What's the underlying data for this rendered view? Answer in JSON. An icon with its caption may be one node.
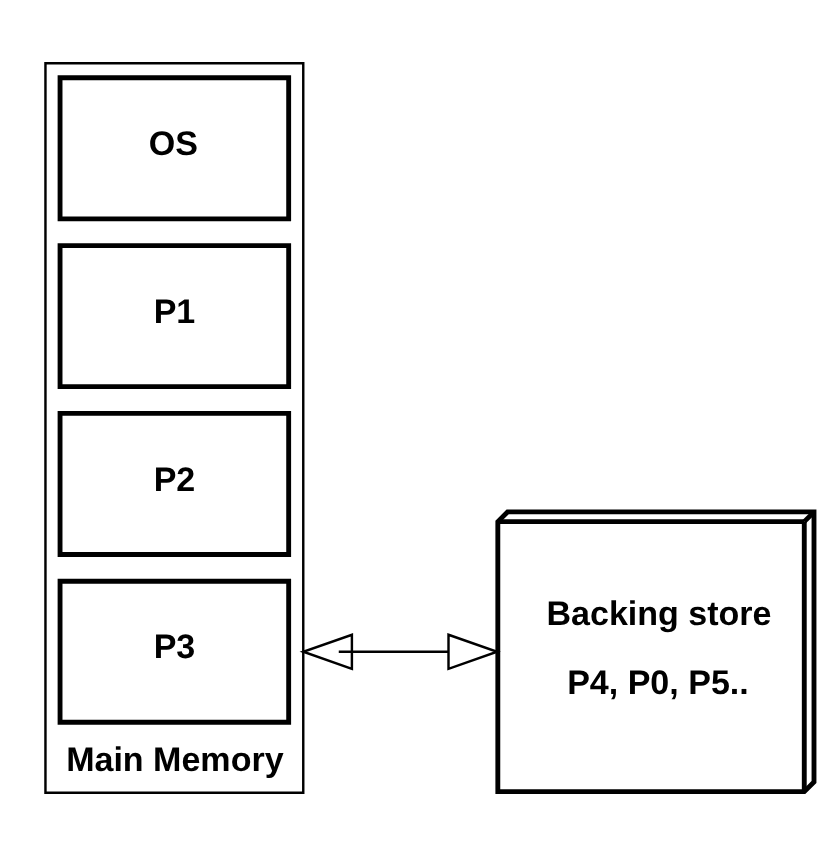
{
  "diagram": {
    "nodes": [
      {
        "text": [
          "Main Memory"
        ]
      },
      {
        "text": [
          "OS"
        ],
        "in": 0
      },
      {
        "text": [
          "P1"
        ],
        "in": 0
      },
      {
        "text": [
          "P2"
        ],
        "in": 0
      },
      {
        "text": [
          "P3"
        ],
        "in": 0
      },
      {
        "text": [
          "Backing store",
          "P4, P0, P5.."
        ]
      }
    ],
    "edges": [
      {
        "from": 0,
        "to": 5,
        "arrow": "both"
      }
    ]
  }
}
